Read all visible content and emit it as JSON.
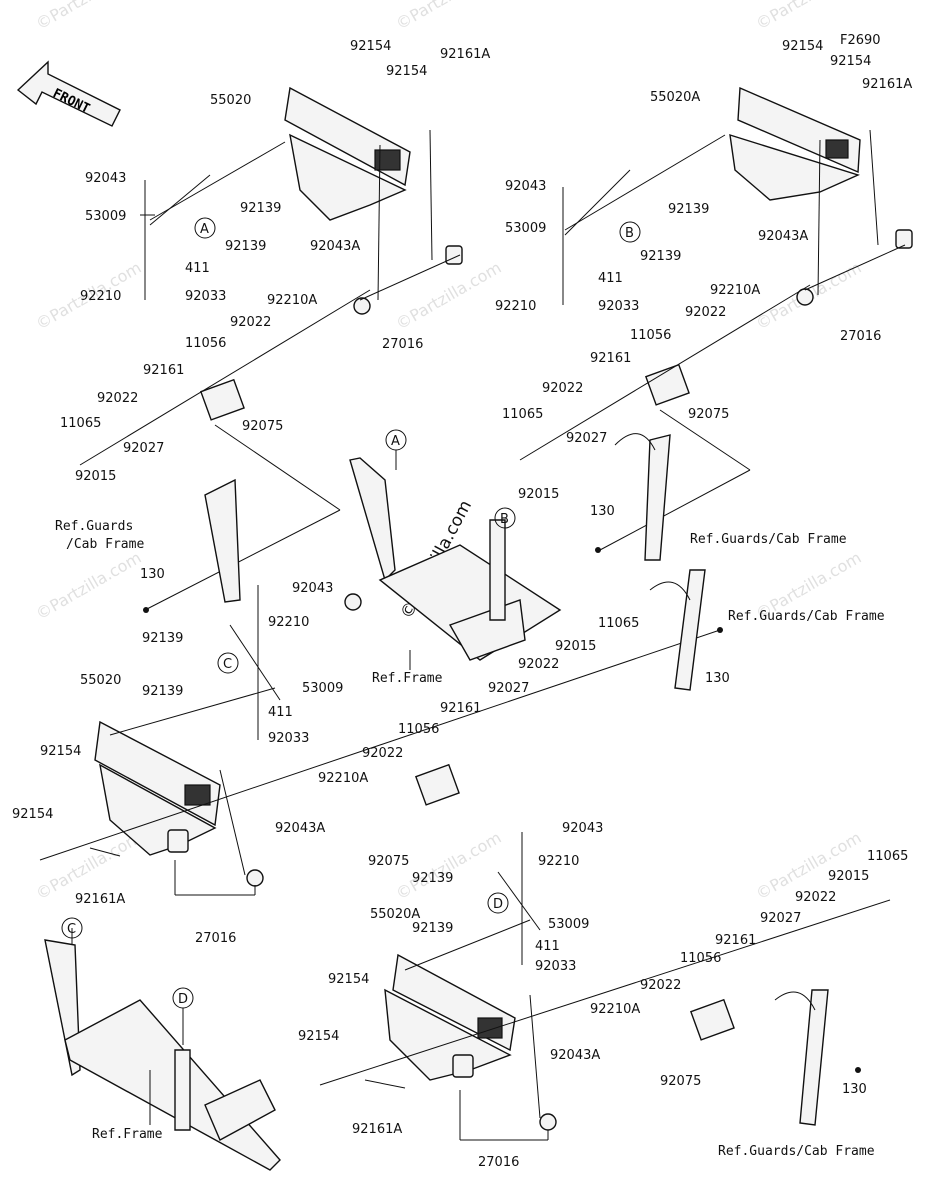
{
  "diagram_code": "F2690",
  "front_label": "FRONT",
  "watermark": "©Partzilla.com",
  "watermark_center": "© Partzilla.com",
  "callouts": {
    "A": "A",
    "B": "B",
    "C": "C",
    "D": "D"
  },
  "refs": {
    "guards": "Ref.Guards/Cab Frame",
    "guards_line1": "Ref.Guards",
    "guards_line2": "/Cab Frame",
    "frame": "Ref.Frame"
  },
  "labels": {
    "tl": [
      "92154",
      "92154",
      "92161A",
      "55020",
      "92043",
      "92139",
      "53009",
      "92139",
      "411",
      "92210",
      "92033",
      "92043A",
      "92210A",
      "92022",
      "11056",
      "27016",
      "92161",
      "92022",
      "11065",
      "92075",
      "92027",
      "92015",
      "130"
    ],
    "tr": [
      "92154",
      "92154",
      "92161A",
      "55020A",
      "92043",
      "92139",
      "53009",
      "92139",
      "411",
      "92210",
      "92033",
      "92043A",
      "92210A",
      "92022",
      "11056",
      "27016",
      "92161",
      "92022",
      "11065",
      "92075",
      "92027",
      "92015",
      "130"
    ],
    "bl": [
      "92043",
      "92210",
      "92139",
      "53009",
      "92139",
      "411",
      "92033",
      "55020",
      "92154",
      "92154",
      "92161A",
      "27016",
      "92043A",
      "92210A",
      "92022",
      "92075",
      "11056",
      "92161",
      "92027",
      "92022",
      "92015",
      "11065",
      "130"
    ],
    "br": [
      "92043",
      "92210",
      "92139",
      "53009",
      "92139",
      "411",
      "92033",
      "55020A",
      "92154",
      "92154",
      "92161A",
      "27016",
      "92043A",
      "92210A",
      "92022",
      "92075",
      "11056",
      "92161",
      "92027",
      "92022",
      "92015",
      "11065",
      "130"
    ]
  }
}
